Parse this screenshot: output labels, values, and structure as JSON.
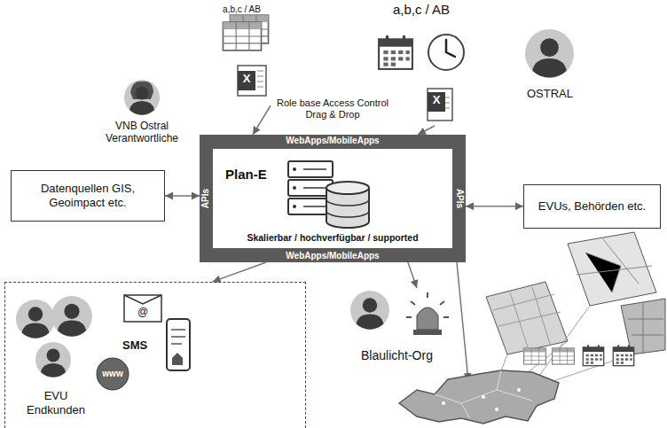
{
  "diagram": {
    "nodes": [
      {
        "text": [
          "a,b,c / AB",
          "VNB Ostral Verantwortliche"
        ]
      },
      {
        "text": [
          "a,b,c / AB",
          "OSTRAL"
        ]
      },
      {
        "text": [
          "WebApps/MobileApps",
          "APIs",
          "APIs",
          "WebApps/MobileApps"
        ]
      },
      {
        "text": [
          "Plan-E",
          "Skalierbar / hochverfügbar / supported"
        ],
        "in": 2
      },
      {
        "text": [
          "Datenquellen GIS, Geoimpact etc."
        ]
      },
      {
        "text": [
          "EVUs, Behörden etc."
        ]
      },
      {
        "text": [
          "EVU Endkunden",
          "SMS"
        ]
      },
      {
        "text": [
          "Blaulicht-Org"
        ]
      }
    ],
    "edges": [
      {
        "from": 0,
        "to": 2,
        "arrow": "to"
      },
      {
        "from": 1,
        "to": 2,
        "arrow": "to"
      },
      {
        "from": 4,
        "to": 2,
        "arrow": "both"
      },
      {
        "from": 2,
        "to": 5,
        "arrow": "both"
      },
      {
        "from": 2,
        "to": 6,
        "arrow": "to"
      },
      {
        "from": 2,
        "to": 7,
        "arrow": "to"
      }
    ],
    "labels": [
      "Role base Access Control Drag & Drop",
      "X",
      "X",
      "@",
      "www"
    ]
  }
}
